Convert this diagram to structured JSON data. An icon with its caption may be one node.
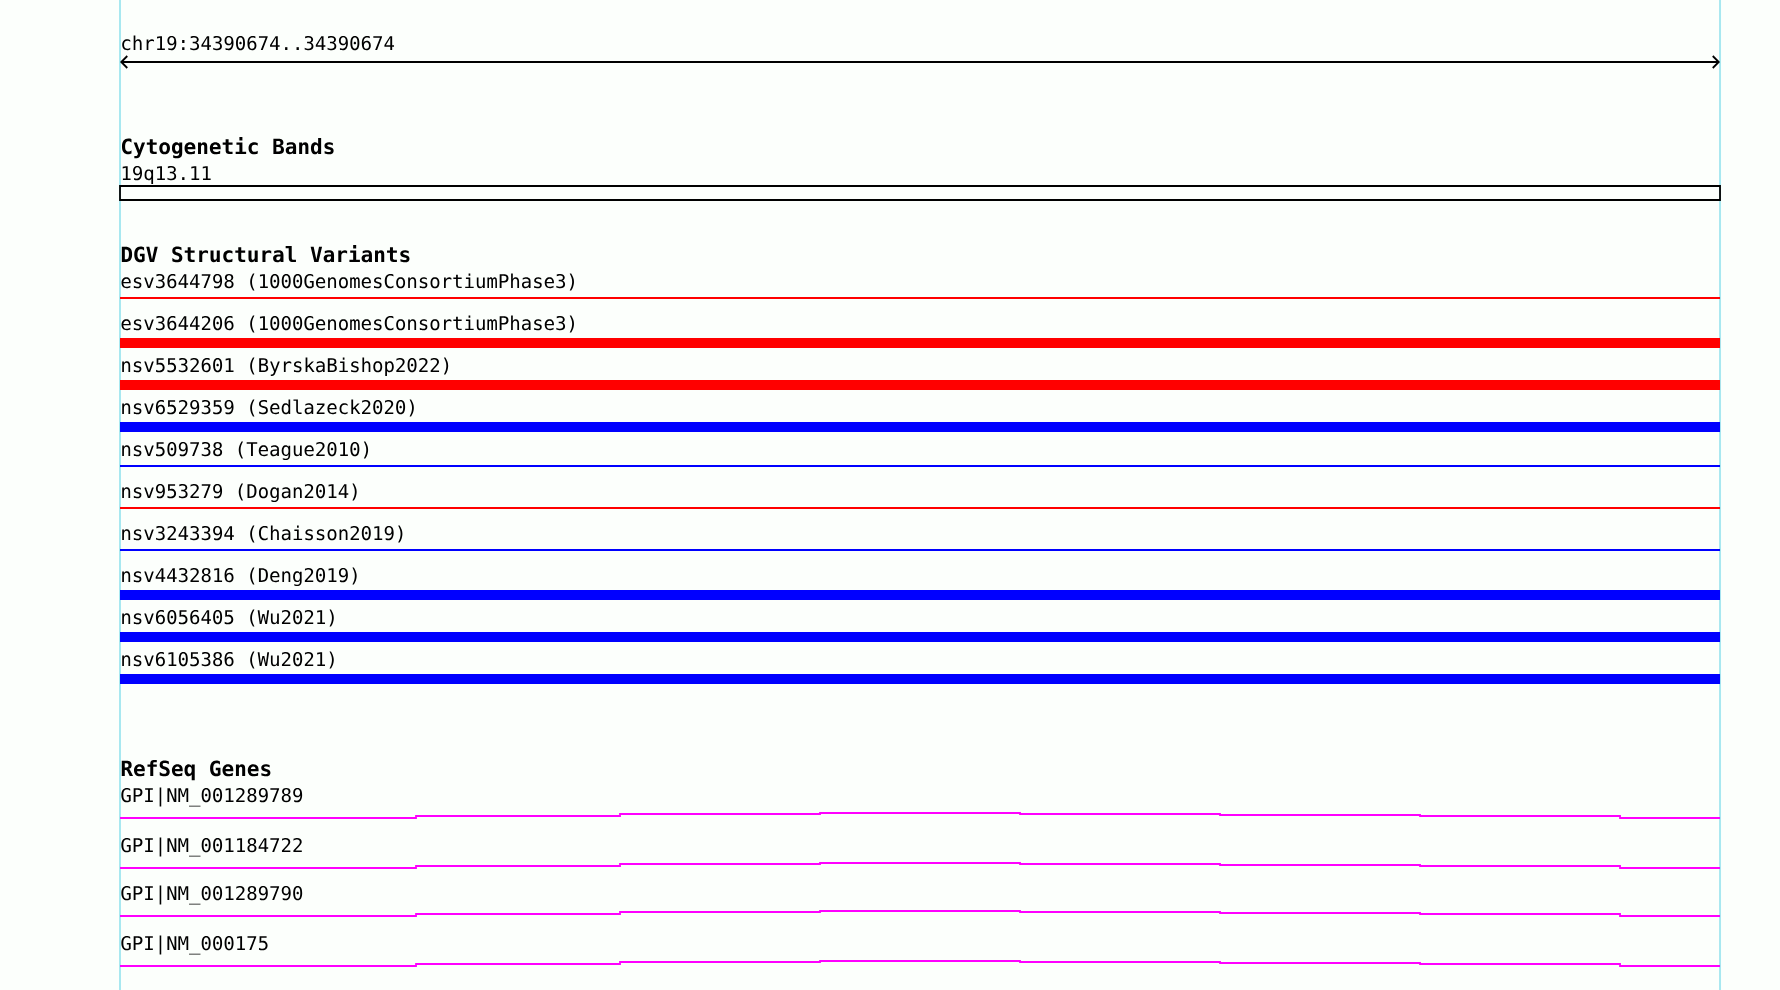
{
  "diagram": {
    "title": "chr19:34390674..34390674",
    "nodes": [
      {
        "text": [
          "19q13.11"
        ]
      },
      {
        "text": [
          "esv3644798 (1000GenomesConsortiumPhase3)"
        ]
      },
      {
        "text": [
          "esv3644206 (1000GenomesConsortiumPhase3)"
        ]
      },
      {
        "text": [
          "nsv5532601 (ByrskaBishop2022)"
        ]
      },
      {
        "text": [
          "nsv6529359 (Sedlazeck2020)"
        ]
      },
      {
        "text": [
          "nsv509738 (Teague2010)"
        ]
      },
      {
        "text": [
          "nsv953279 (Dogan2014)"
        ]
      },
      {
        "text": [
          "nsv3243394 (Chaisson2019)"
        ]
      },
      {
        "text": [
          "nsv4432816 (Deng2019)"
        ]
      },
      {
        "text": [
          "nsv6056405 (Wu2021)"
        ]
      },
      {
        "text": [
          "nsv6105386 (Wu2021)"
        ]
      },
      {
        "text": [
          "GPI|NM_001289789"
        ]
      },
      {
        "text": [
          "GPI|NM_001184722"
        ]
      },
      {
        "text": [
          "GPI|NM_001289790"
        ]
      },
      {
        "text": [
          "GPI|NM_000175"
        ]
      }
    ],
    "labels": [
      "Cytogenetic Bands",
      "DGV Structural Variants",
      "RefSeq Genes"
    ]
  }
}
